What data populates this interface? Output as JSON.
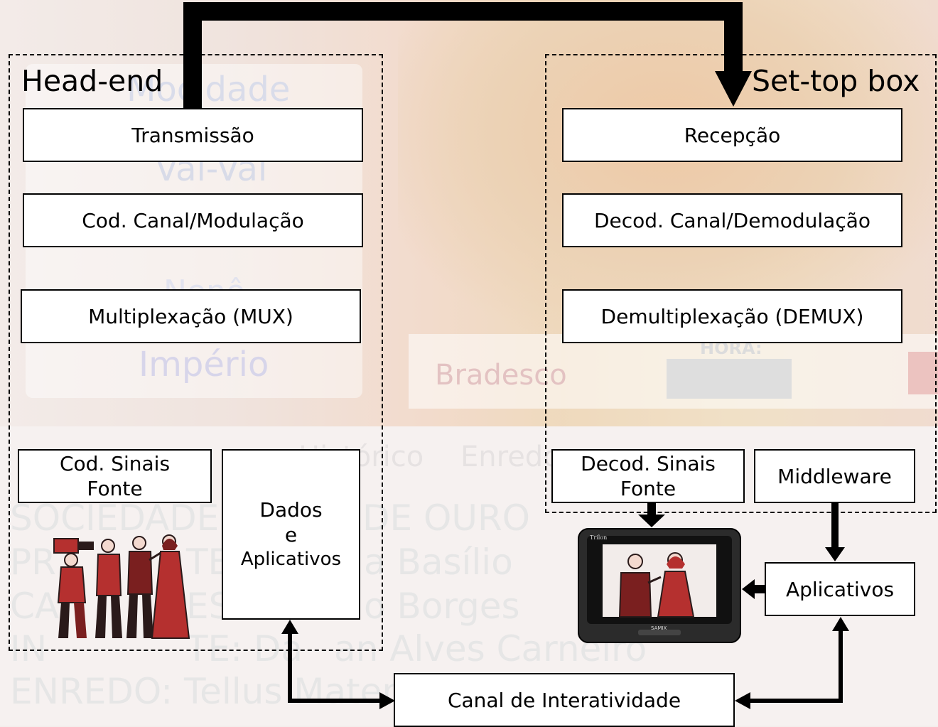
{
  "background": {
    "text_lines": [
      "Mocidade",
      "Vai-Vai",
      "Nenê",
      "Império",
      "Bradesco",
      "HORA:",
      "Histórico",
      "Enredo",
      "SOCIEDADE",
      "DE OURO",
      "PR",
      "TE",
      "a Basílio",
      "CA",
      "ES",
      "o Borges",
      "IN",
      "TE: Da",
      "an Alves Carneiro",
      "ENREDO: Tellus Mater"
    ]
  },
  "head_end": {
    "title": "Head-end",
    "blocks": {
      "transmission": "Transmissão",
      "channel_coding": "Cod. Canal/Modulação",
      "multiplexing": "Multiplexação (MUX)",
      "source_coding_line1": "Cod. Sinais",
      "source_coding_line2": "Fonte",
      "data_line1": "Dados",
      "data_line2": "e",
      "data_line3": "Aplicativos"
    }
  },
  "set_top_box": {
    "title": "Set-top box",
    "blocks": {
      "reception": "Recepção",
      "channel_decoding": "Decod. Canal/Demodulação",
      "demultiplexing": "Demultiplexação (DEMUX)",
      "source_decoding_line1": "Decod. Sinais",
      "source_decoding_line2": "Fonte",
      "middleware": "Middleware"
    }
  },
  "applications": "Aplicativos",
  "interactivity_channel": "Canal de Interatividade",
  "tv": {
    "brand": "Trilon",
    "model": "SAMIX"
  },
  "colors": {
    "line": "#000000",
    "box_fill": "#ffffff",
    "clipart_red": "#b5302f",
    "clipart_dark": "#2a1a1a"
  }
}
